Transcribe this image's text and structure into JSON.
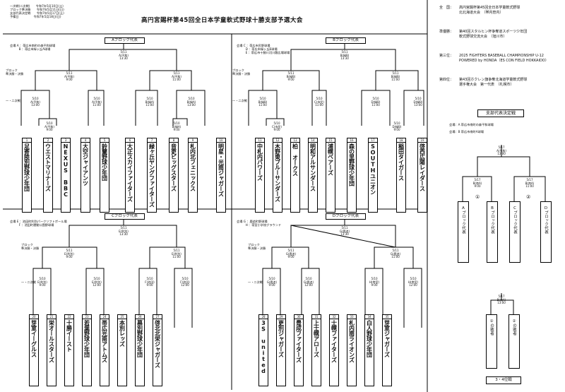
{
  "title": "高円宮賜杯第45回全日本学童軟式野球十勝支部予選大会",
  "schedule": [
    "一次戦(二次戦)　　令和7年5月10日(土)",
    "ブロック準決勝　　令和7年5月11日(日)",
    "支部代表決定戦　　令和7年5月17日(土)",
    "予備日　　　　　令和7年5月18日(日)"
  ],
  "right_info": [
    {
      "label": "全　国：",
      "line1": "高円宮賜杯第45回全日本学童軟式野球",
      "line2": "北北海道大会　（帯内管内）"
    },
    {
      "label": "準優勝：",
      "line1": "第40回スタルヒン杯争奪道スポーツ少年団",
      "line2": "軟式野球交流大会　（旭川市）"
    },
    {
      "label": "第三位：",
      "line1": "2025 FIGHTERS BASEBALL CHAMPIONSHIP U-12",
      "line2": "POWERED by HONDA（ES CON FIELD HOKKAIDO）"
    },
    {
      "label": "第四位：",
      "line1": "第43回ホクレン旗争奪北海道学童軟式野球",
      "line2": "選手権大会　第一代表　（札幌市）"
    }
  ],
  "blocks": {
    "A": {
      "label": "Aブロック代表",
      "venues": [
        "会場 A ：帯広市南町の森平和球場",
        "　　　B ：帯広市緑ヶ丘A球場"
      ],
      "final": "5/11\nA(平和)\n13:30",
      "stage_label": "ブロック\n準決勝・決勝",
      "round1": "一・二次戦",
      "semis": [
        "5/11\nA(平和)\n9:00",
        "5/11\nA(平和)\n11:00"
      ],
      "r2": [
        "5/10\nA(平和)\n13:00",
        "5/10\nA(平和)\n11:00",
        "5/10\nB(緑A)\n11:00",
        "5/10\nB(緑A)\n13:00"
      ],
      "r1": [
        "5/10\nA(平和)\n9:00",
        "5/10\nB(緑A)\n9:00"
      ],
      "teams": [
        {
          "no": "1",
          "name": "足寄陸別野球少年団"
        },
        {
          "no": "2",
          "name": "ウエストマリナーズ"
        },
        {
          "no": "3",
          "name": "NEXUS BBC"
        },
        {
          "no": "4",
          "name": "大空ジャイアンツ"
        },
        {
          "no": "5",
          "name": "鈴蘭野球少年団"
        },
        {
          "no": "6",
          "name": "大正スカイファイターズ"
        },
        {
          "no": "7",
          "name": "緑ヶ丘ヤングファイターズ"
        },
        {
          "no": "8",
          "name": "音更ビッグスターズ"
        },
        {
          "no": "9",
          "name": "札内北フェニックス"
        },
        {
          "no": "10",
          "name": "明星・光南ジャガーズ"
        }
      ]
    },
    "B": {
      "label": "Bブロック代表",
      "venues": [
        "会場 C ：帯広市民野球場",
        "　　　D ：帯広市緑ヶ丘B球場",
        "　　　E ：帯広市十勝川河川敷広場球場"
      ],
      "final": "5/11\nB(緑B)\n13:30",
      "stage_label": "ブロック\n準決勝・決勝",
      "round1": "一・二次戦",
      "semis": [
        "5/11\nB(緑B)\n9:00",
        "5/11\nB(緑B)\n11:00"
      ],
      "r2": [
        "5/10\nB(緑B)\n11:00",
        "5/10\nC(市民)\n11:00",
        "5/10\nD(緑B)\n11:00",
        "5/10\nD(緑B)\n13:00"
      ],
      "r1": [
        "5/10\nC(市民)\n9:00",
        "5/10\nD(緑B)\n9:00"
      ],
      "teams": [
        {
          "no": "11",
          "name": "中札内パワーズ"
        },
        {
          "no": "12",
          "name": "木野東ブルーサンダーズ"
        },
        {
          "no": "13",
          "name": "柏 オークス"
        },
        {
          "no": "14",
          "name": "明和アルサンダース"
        },
        {
          "no": "15",
          "name": "浦幌ベアーズ"
        },
        {
          "no": "16",
          "name": "森の里野球少年団"
        },
        {
          "no": "17",
          "name": "SOUTHユニオン"
        },
        {
          "no": "18",
          "name": "稲田タイガース"
        },
        {
          "no": "19",
          "name": "啓西広陽レイダース"
        }
      ]
    },
    "C": {
      "label": "Cブロック代表",
      "venues": [
        "会場 E ：池田町利別パークソフトボール場",
        "　　　F ：池田町運動公園野球場"
      ],
      "final": "5/11\nE(利別)\n13:30",
      "stage_label": "ブロック\n準決勝・決勝",
      "round1": "一・二次戦",
      "semis": [
        "5/11\nE(利別)\n9:00",
        "5/11\nE(利別)\n11:00"
      ],
      "r2": [
        "5/10\nE(利別)\n9:00",
        "5/10\nE(利別)\n12:00",
        "5/10\nF(池田)\n9:00",
        "5/10\nF(池田)\n12:00"
      ],
      "teams": [
        {
          "no": "20",
          "name": "芽室イーグルス"
        },
        {
          "no": "21",
          "name": "栄オールスターズ"
        },
        {
          "no": "22",
          "name": "十勝イースト"
        },
        {
          "no": "23",
          "name": "若葉野球少年団"
        },
        {
          "no": "24",
          "name": "帯広光南アトムズ"
        },
        {
          "no": "25",
          "name": "本別レッズ"
        },
        {
          "no": "26",
          "name": "幕別野球少年団"
        },
        {
          "no": "27",
          "name": "啓北北栄ジャガーズ"
        }
      ]
    },
    "D": {
      "label": "Dブロック代表",
      "venues": [
        "会場 G ：鹿追町野球場",
        "　　　H ：帯室小学校グラウンド"
      ],
      "final": "5/11\nG(鹿追)\n13:30",
      "stage_label": "ブロック\n準決勝・決勝",
      "round1": "一・二次戦",
      "semis": [
        "5/11\nG(鹿追)\n9:00",
        "5/11\nG(鹿追)\n11:00"
      ],
      "r2": [
        "5/10\nG(鹿追)\n9:00",
        "5/10\nG(鹿追)\n12:00",
        "5/10\nH(帯室)\n9:00",
        "5/10\nH(帯室)\n12:00"
      ],
      "teams": [
        {
          "no": "28",
          "name": "3S united"
        },
        {
          "no": "29",
          "name": "更別ジャガーズ"
        },
        {
          "no": "30",
          "name": "豊成ファイターズ"
        },
        {
          "no": "31",
          "name": "上士幌アローズ"
        },
        {
          "no": "32",
          "name": "士幌ファイターズ"
        },
        {
          "no": "33",
          "name": "札内南ライオンズ"
        },
        {
          "no": "34",
          "name": "白人野球少年団"
        },
        {
          "no": "35",
          "name": "芽室ジャガーズ"
        }
      ]
    }
  },
  "rep_final": {
    "title": "支部代表決定戦",
    "venues": [
      "会場：A 帯広市南町の森平和球場",
      "会場：B 帯広市南町A球場"
    ],
    "final": "5/17\nA(平和)\n13:00",
    "semis": [
      "5/17\nB(南A)\n9:00",
      "5/17\nB(南A)\n11:00"
    ],
    "markers": [
      "①",
      "②"
    ],
    "entries": [
      "Aブロック代表",
      "Bブロック代表",
      "Cブロック代表",
      "Dブロック代表"
    ],
    "third": "5/17\nB(南A)\n13:00",
    "losers": [
      "①の敗者",
      "②の敗者"
    ],
    "third_label": "3・4位戦"
  }
}
